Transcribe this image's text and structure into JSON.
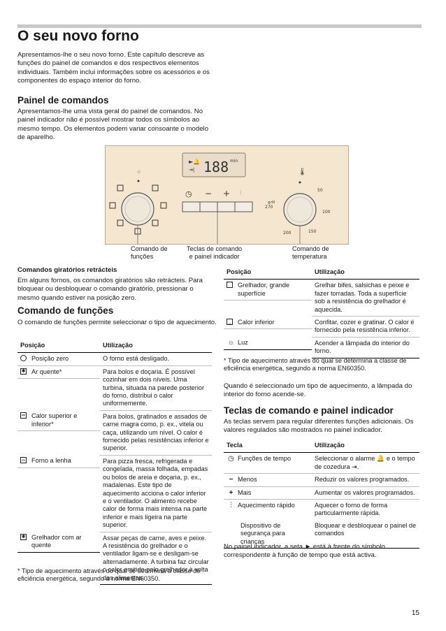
{
  "page": {
    "title": "O seu novo forno",
    "intro": "Apresentamos-lhe o seu novo forno. Este capítulo descreve as funções do painel de comandos e dos respectivos elementos individuais. Também inclui informações sobre os acessórios e os componentes do espaço interior do forno.",
    "page_number": "15"
  },
  "painel": {
    "heading": "Painel de comandos",
    "text": "Apresentamos-lhe uma vista geral do painel de comandos. No painel indicador não é possível mostrar todos os símbolos ao mesmo tempo. Os elementos podem variar consoante o modelo de aparelho.",
    "display_digits": "188",
    "display_unit": "min",
    "temp_marks": [
      "grill",
      "270",
      "50",
      "100",
      "150",
      "200"
    ],
    "callouts": {
      "funcoes": [
        "Comando de",
        "funções"
      ],
      "teclas": [
        "Teclas de comando",
        "e painel indicador"
      ],
      "temperatura": [
        "Comando de",
        "temperatura"
      ]
    }
  },
  "retracteis": {
    "heading": "Comandos giratórios retrácteis",
    "text": "Em alguns fornos, os comandos giratórios são retrácteis. Para bloquear ou desbloquear o comando giratório, pressionar o mesmo quando estiver na posição zero."
  },
  "funcoes": {
    "heading": "Comando de funções",
    "text": "O comando de funções permite seleccionar o tipo de aquecimento.",
    "col_pos": "Posição",
    "col_use": "Utilização",
    "rows": [
      {
        "icon": "o",
        "pos": "Posição zero",
        "use": "O forno está desligado."
      },
      {
        "icon": "fan",
        "pos": "Ar quente*",
        "use": "Para bolos e doçaria. É possível cozinhar em dois níveis. Uma turbina, situada na parede posterior do forno, distribui o calor uniformemente."
      },
      {
        "icon": "topbottom",
        "pos": "Calor superior e inferior*",
        "use": "Para bolos, gratinados e assados de carne magra como, p. ex., vitela ou caça, utilizando um nível. O calor é fornecido pelas resistências inferior e superior."
      },
      {
        "icon": "pizza",
        "pos": "Forno a lenha",
        "use": "Para pizza fresca, refrigerada e congelada, massa folhada, empadas ou bolos de areia e doçaria, p. ex., madalenas. Este tipo de aquecimento acciona o calor inferior e o ventilador. O alimento recebe calor de forma mais intensa na parte inferior e mais ligeira na parte superior."
      },
      {
        "icon": "grillfan",
        "pos": "Grelhador com ar quente",
        "use": "Assar peças de carne, aves e peixe. A resistência do grelhador e o ventilador ligam-se e desligam-se alternadamente. A turbina faz circular o calor emitido pelo grelhador à volta dos alimentos."
      }
    ],
    "footnote": "* Tipo de aquecimento através do qual se determina a classe de eficiência energética, segundo a norma EN60350."
  },
  "funcoes2": {
    "col_pos": "Posição",
    "col_use": "Utilização",
    "rows": [
      {
        "icon": "grill",
        "pos": "Grelhador, grande superfície",
        "use": "Grelhar bifes, salsichas e peixe e fazer torradas. Toda a superfície sob a resistência do grelhador é aquecida."
      },
      {
        "icon": "bottom",
        "pos": "Calor inferior",
        "use": "Confitar, cozer e gratinar. O calor é fornecido pela resistência inferior."
      },
      {
        "icon": "light",
        "pos": "Luz",
        "use": "Acender a lâmpada do interior do forno."
      }
    ],
    "footnote": "* Tipo de aquecimento através do qual se determina a classe de eficiência energética, segundo a norma EN60350.",
    "note": "Quando é seleccionado um tipo de aquecimento, a lâmpada do interior do forno acende-se."
  },
  "teclas": {
    "heading": "Teclas de comando e painel indicador",
    "text": "As teclas servem para regular diferentes funções adicionais. Os valores regulados são mostrados no painel indicador.",
    "col_key": "Tecla",
    "col_use": "Utilização",
    "rows": [
      {
        "icon": "clock",
        "key": "Funções de tempo",
        "use": "Seleccionar o alarme 🔔 e o tempo de cozedura ⇥."
      },
      {
        "icon": "minus",
        "key": "Menos",
        "use": "Reduzir os valores programados."
      },
      {
        "icon": "plus",
        "key": "Mais",
        "use": "Aumentar os valores programados."
      },
      {
        "icon": "rapid",
        "key": "Aquecimento rápido",
        "use": "Aquecer o forno de forma particularmente rápida."
      },
      {
        "icon": "",
        "key": "Dispositivo de segurança para crianças",
        "use": "Bloquear e desbloquear o painel de comandos"
      }
    ],
    "footer": "No painel indicador, a seta ► está à frente do símbolo correspondente à função de tempo que está activa."
  }
}
